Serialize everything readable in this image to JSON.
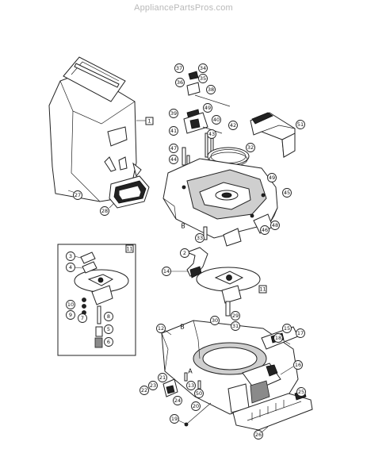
{
  "watermark": "AppliancePartsPros.com",
  "callouts": {
    "c1": "1",
    "c2": "2",
    "c3": "3",
    "c4": "4",
    "c5": "5",
    "c6": "6",
    "c7": "7",
    "c8": "8",
    "c9": "9",
    "c10": "10",
    "c11a": "11",
    "c11b": "11",
    "c12": "12",
    "c13": "13",
    "c14": "14",
    "c15": "15",
    "c16": "16",
    "c17": "17",
    "c18": "18",
    "c19": "19",
    "c20": "20",
    "c21": "21",
    "c22": "22",
    "c23": "23",
    "c24": "24",
    "c25": "25",
    "c26": "26",
    "c27": "27",
    "c28": "28",
    "c29": "29",
    "c30": "30",
    "c31": "31",
    "c32": "32",
    "c33": "33",
    "c34": "34",
    "c35": "35",
    "c36": "36",
    "c37": "37",
    "c38": "38",
    "c39": "39",
    "c40": "40",
    "c41": "41",
    "c42": "42",
    "c43": "43",
    "c44": "44",
    "c45": "45",
    "c46": "46",
    "c47": "47",
    "c48": "48",
    "c49": "49",
    "c50": "50",
    "c51": "51"
  },
  "letters": {
    "b_top": "B",
    "b_bottom": "B",
    "a_label": "A"
  }
}
